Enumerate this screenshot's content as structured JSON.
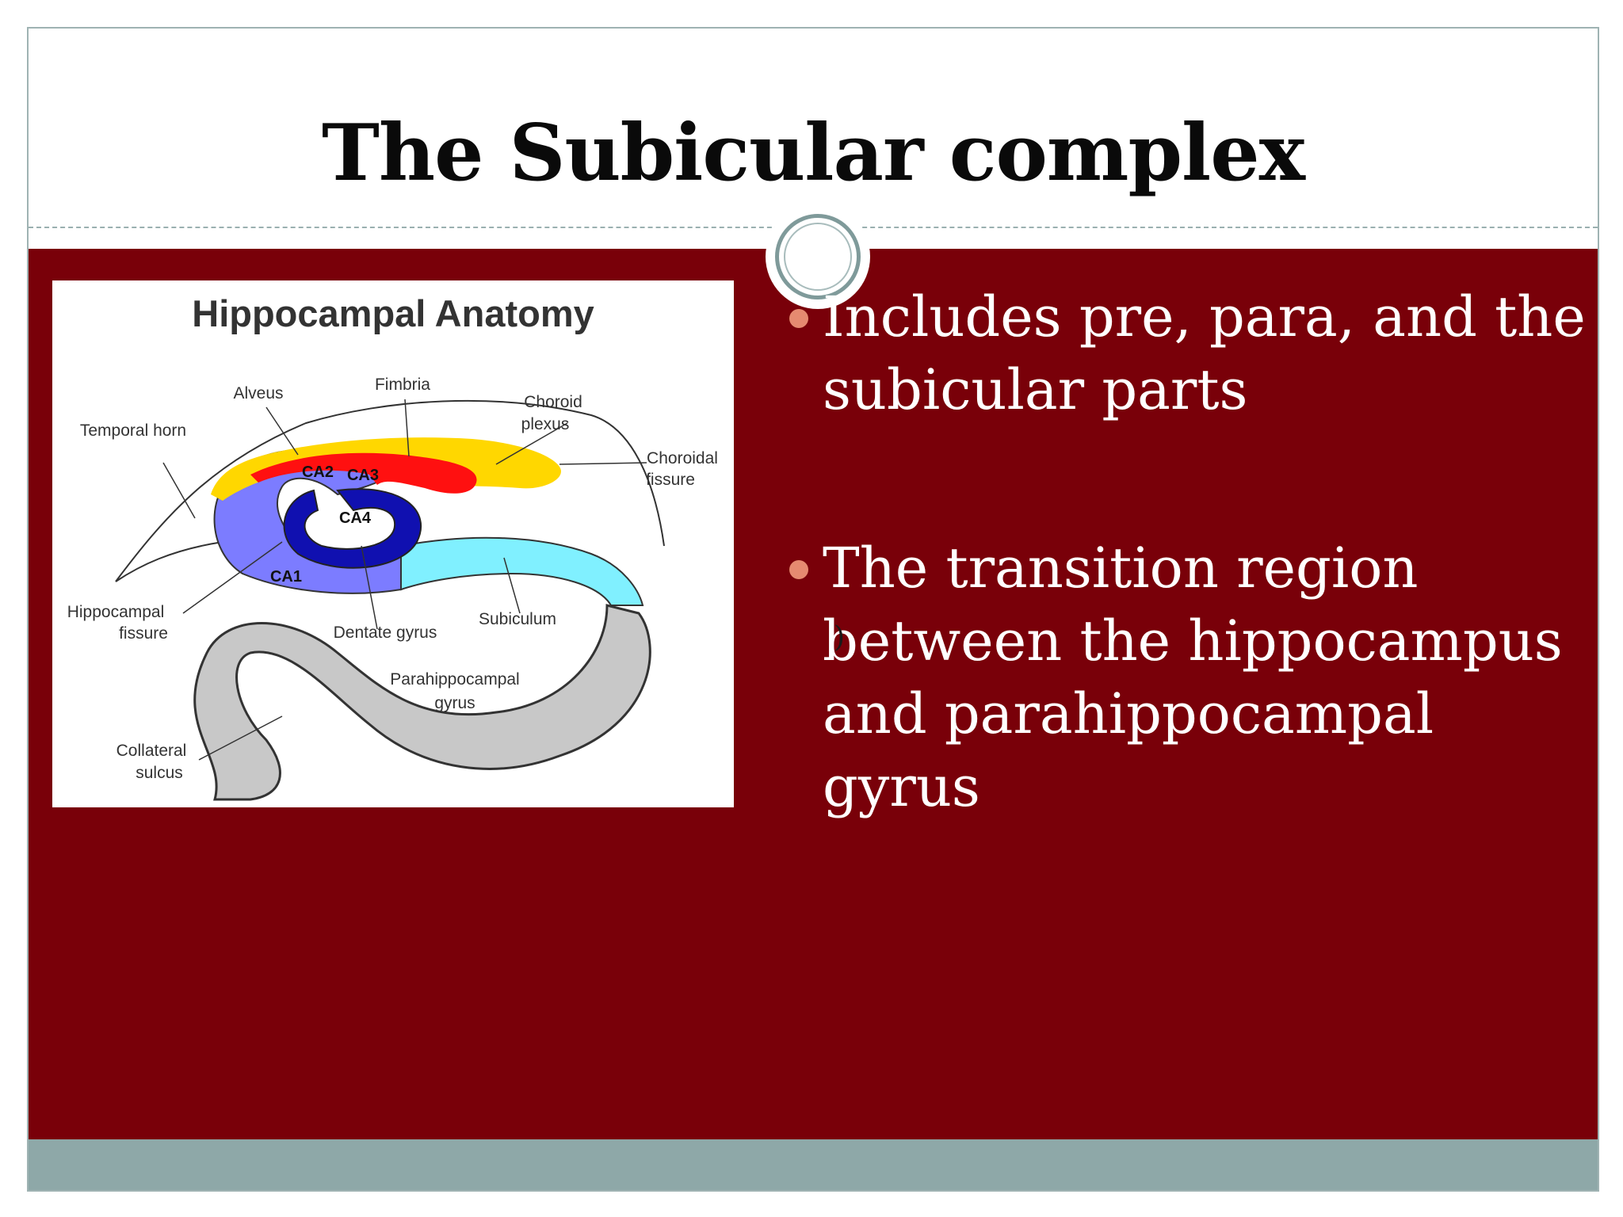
{
  "slide": {
    "title": "The Subicular complex"
  },
  "figure": {
    "title": "Hippocampal Anatomy",
    "labels": {
      "temporal_horn": "Temporal horn",
      "alveus": "Alveus",
      "fimbria": "Fimbria",
      "choroid_plexus_1": "Choroid",
      "choroid_plexus_2": "plexus",
      "choroidal_fissure_1": "Choroidal",
      "choroidal_fissure_2": "fissure",
      "hippocampal_fissure_1": "Hippocampal",
      "hippocampal_fissure_2": "fissure",
      "dentate_gyrus": "Dentate gyrus",
      "subiculum": "Subiculum",
      "parahippocampal_gyrus_1": "Parahippocampal",
      "parahippocampal_gyrus_2": "gyrus",
      "collateral_sulcus_1": "Collateral",
      "collateral_sulcus_2": "sulcus",
      "ca1": "CA1",
      "ca2": "CA2",
      "ca3": "CA3",
      "ca4": "CA4"
    }
  },
  "bullets": [
    {
      "text": "Includes pre, para, and the subicular parts"
    },
    {
      "text": "The transition region between the hippocampus and parahippocampal gyrus"
    }
  ],
  "stray_mark": ")",
  "colors": {
    "content_background": "#790009",
    "footer_band": "#8ea8a8",
    "bullet_dot": "#e68a70",
    "alveus_yellow": "#ffd700",
    "fimbria_red": "#ff1010",
    "ca_purple": "#7c7cff",
    "dentate_blue": "#1010b0",
    "subiculum_cyan": "#80f0ff",
    "parahippocampal_gray": "#c8c8c8"
  }
}
